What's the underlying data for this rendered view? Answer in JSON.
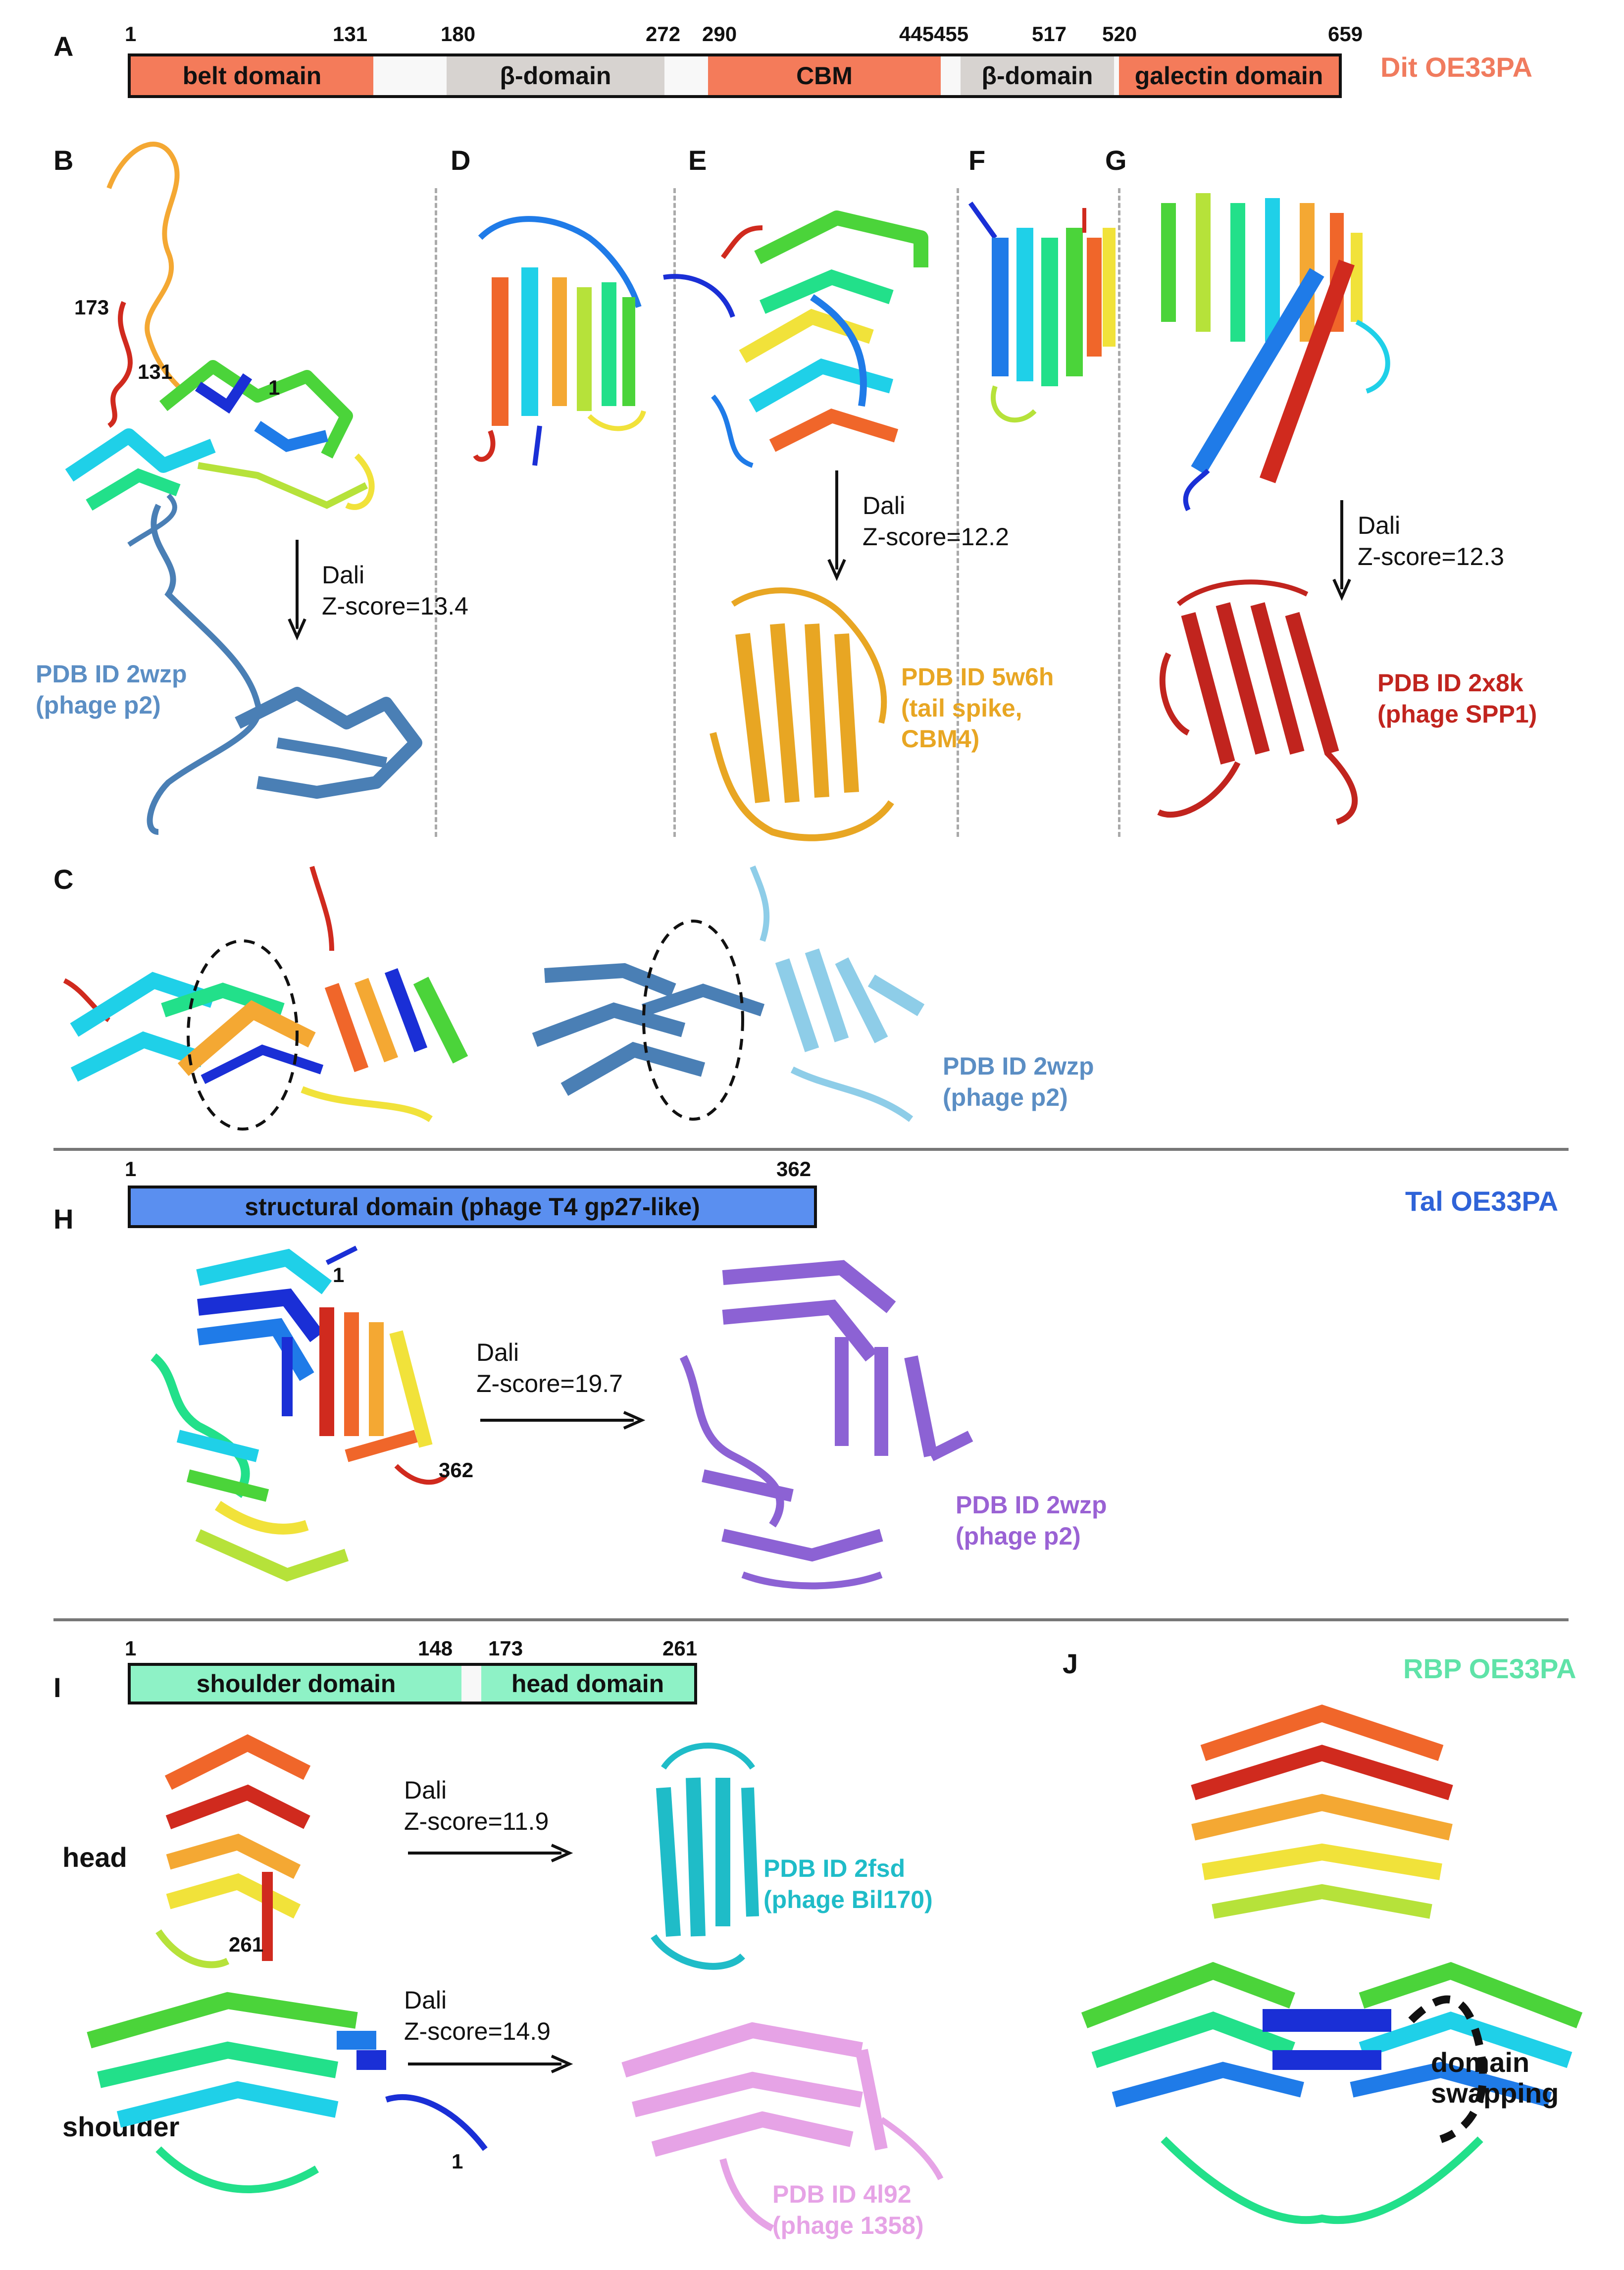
{
  "panels": {
    "A": "A",
    "B": "B",
    "C": "C",
    "D": "D",
    "E": "E",
    "F": "F",
    "G": "G",
    "H": "H",
    "I": "I",
    "J": "J"
  },
  "dit": {
    "title": "Dit OE33PA",
    "title_color": "#f07b5e",
    "ticks": [
      "1",
      "131",
      "180",
      "272",
      "290",
      "445",
      "455",
      "517",
      "520",
      "659"
    ],
    "segments": [
      {
        "label": "belt domain",
        "color": "#f47b5a"
      },
      {
        "label": "",
        "color": "#f8f8f8"
      },
      {
        "label": "β-domain",
        "color": "#d7d3d0"
      },
      {
        "label": "",
        "color": "#f8f8f8"
      },
      {
        "label": "CBM",
        "color": "#f47b5a"
      },
      {
        "label": "",
        "color": "#f8f8f8"
      },
      {
        "label": "β-domain",
        "color": "#d7d3d0"
      },
      {
        "label": "",
        "color": "#f8f8f8"
      },
      {
        "label": "galectin domain",
        "color": "#f47b5a"
      }
    ]
  },
  "panel_b": {
    "residue_top": "173",
    "residue_mid": "131",
    "residue_start": "1",
    "dali": "Dali\nZ-score=13.4",
    "pdb": "PDB ID 2wzp\n(phage p2)",
    "pdb_color": "#5b8ec4"
  },
  "panel_e": {
    "dali": "Dali\nZ-score=12.2",
    "pdb": "PDB ID 5w6h\n(tail spike,\nCBM4)",
    "pdb_color": "#e8a623"
  },
  "panel_g": {
    "dali": "Dali\nZ-score=12.3",
    "pdb": "PDB ID 2x8k\n(phage SPP1)",
    "pdb_color": "#c1241e"
  },
  "panel_c": {
    "pdb": "PDB ID 2wzp\n(phage p2)",
    "pdb_color": "#5b8ec4"
  },
  "tal": {
    "title": "Tal OE33PA",
    "title_color": "#2f63d8",
    "ticks": [
      "1",
      "362"
    ],
    "segment": {
      "label": "structural domain (phage T4 gp27-like)",
      "color": "#5a8ff0"
    },
    "residue_start": "1",
    "residue_end": "362",
    "dali": "Dali\nZ-score=19.7",
    "pdb": "PDB ID 2wzp\n(phage p2)",
    "pdb_color": "#9a62d4"
  },
  "rbp": {
    "title": "RBP OE33PA",
    "title_color": "#5fe3a8",
    "ticks": [
      "1",
      "148",
      "173",
      "261"
    ],
    "segments": [
      {
        "label": "shoulder domain",
        "color": "#8ef2c6"
      },
      {
        "label": "",
        "color": "#f8f8f8"
      },
      {
        "label": "head domain",
        "color": "#8ef2c6"
      }
    ],
    "head_label": "head",
    "shoulder_label": "shoulder",
    "residue_261": "261",
    "residue_1": "1",
    "dali_1": "Dali\nZ-score=11.9",
    "pdb_1": "PDB ID 2fsd\n(phage Bil170)",
    "pdb_1_color": "#1fbcc8",
    "dali_2": "Dali\nZ-score=14.9",
    "pdb_2": "PDB ID 4l92\n(phage 1358)",
    "pdb_2_color": "#e6a3e6",
    "swap_label": "domain\nswapping"
  },
  "colors": {
    "rainbow": [
      "#1a2fd6",
      "#1f7be8",
      "#1fd0e8",
      "#22e08a",
      "#4bd43a",
      "#b6e23a",
      "#f1e23a",
      "#f4a833",
      "#f0662a",
      "#d02a1e"
    ],
    "p2_blue": "#4a7fb5",
    "light_blue": "#8ecde8",
    "gold": "#e8a623",
    "red": "#c1241e",
    "purple": "#8c62d4",
    "teal": "#1fbcc8",
    "pink": "#e6a3e6"
  }
}
